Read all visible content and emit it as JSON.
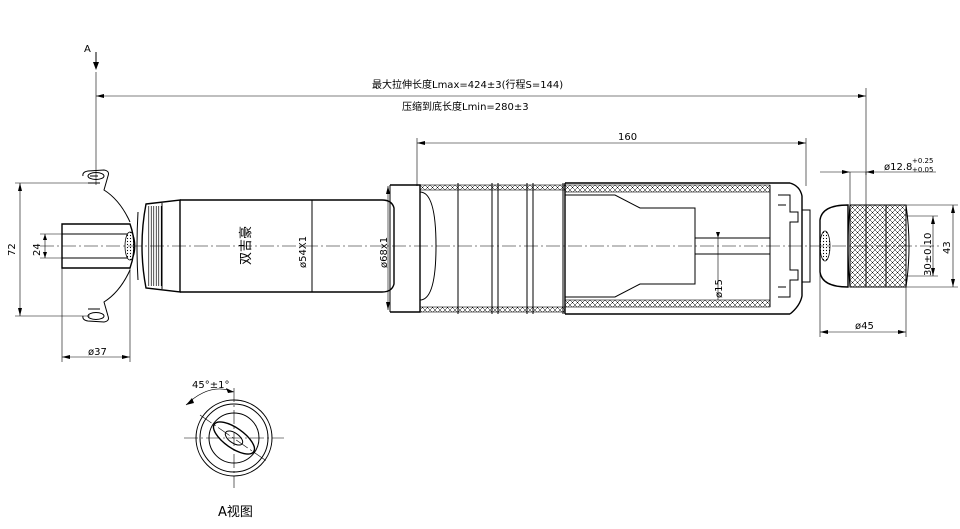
{
  "labels": {
    "view_marker": "A",
    "lmax": "最大拉伸长度Lmax=424±3(行程S=144)",
    "lmin": "压缩到底长度Lmin=280±3",
    "dim_160": "160",
    "dim_72": "72",
    "dim_24": "24",
    "dim_37": "ø37",
    "brand": "双吉豪",
    "dim_54": "ø54X1",
    "dim_68": "ø68x1",
    "dim_15": "ø15",
    "dim_12_8": "ø12.8",
    "tol_upper": "+0.25",
    "tol_lower": "+0.05",
    "dim_30": "30±0.10",
    "dim_43": "43",
    "dim_45": "ø45",
    "angle": "45°±1°",
    "view_caption": "A视图"
  }
}
